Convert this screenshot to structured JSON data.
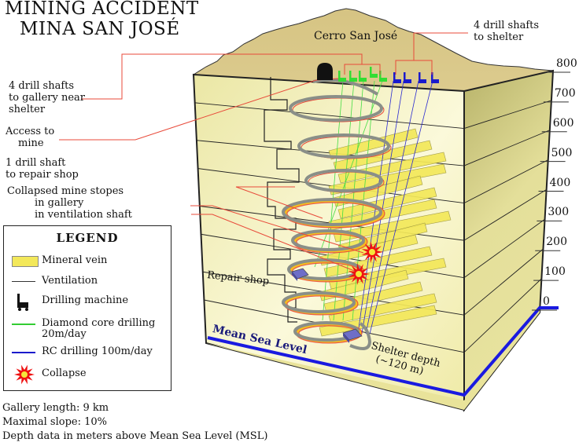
{
  "title": {
    "line1": "MINING ACCIDENT",
    "line2": "MINA SAN JOSÉ"
  },
  "mountain_label": "Cerro San José",
  "callouts": {
    "drill_shafts_shelter": [
      "4 drill shafts",
      "to shelter"
    ],
    "drill_shafts_gallery": [
      "4 drill shafts",
      "to gallery near",
      "shelter"
    ],
    "access": [
      "Access to",
      "mine"
    ],
    "repair_shaft": [
      "1 drill shaft",
      "to repair shop"
    ],
    "collapsed_title": "Collapsed mine stopes",
    "collapsed_gallery": "in gallery",
    "collapsed_ventilation": "in ventilation shaft",
    "repair_shop": "Repair shop",
    "mean_sea_level": "Mean Sea Level",
    "shelter_depth": [
      "Shelter depth",
      "(~120 m)"
    ]
  },
  "depth_scale": {
    "unit": "m above MSL",
    "ticks": [
      "800",
      "700",
      "600",
      "500",
      "400",
      "300",
      "200",
      "100",
      "0"
    ]
  },
  "machines": {
    "green_count": 5,
    "blue_count": 4
  },
  "legend": {
    "title": "LEGEND",
    "items": [
      {
        "label": "Mineral vein",
        "icon": "mineral-vein-swatch",
        "color": "#f3e85a"
      },
      {
        "label": "Ventilation",
        "icon": "ventilation-line",
        "color": "#333333"
      },
      {
        "label": "Drilling machine",
        "icon": "drilling-machine-icon",
        "color": "#111111"
      },
      {
        "label": "Diamond core drilling",
        "label2": "20m/day",
        "icon": "diamond-drilling-line",
        "color": "#33cc33"
      },
      {
        "label": "RC drilling 100m/day",
        "icon": "rc-drilling-line",
        "color": "#1a1acc"
      },
      {
        "label": "Collapse",
        "icon": "collapse-burst-icon",
        "color": "#ee1111"
      }
    ]
  },
  "notes": [
    "Gallery length:  9 km",
    "Maximal slope:  10%",
    "Depth data in meters above Mean Sea Level (MSL)"
  ],
  "colors": {
    "mountain": "#d9c88a",
    "rock_front": "#f2efb3",
    "rock_side": "#cfca7a",
    "gallery": "#8a8f88",
    "callout": "#e84a3a",
    "sea_level": "#1a1ae0"
  }
}
